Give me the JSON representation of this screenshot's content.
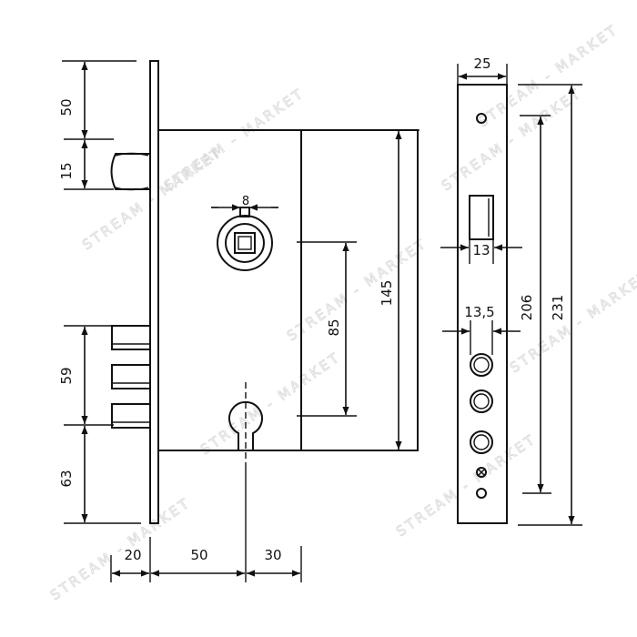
{
  "watermark": "STREAM - MARKET",
  "dimensions": {
    "d50_top": "50",
    "d15": "15",
    "d59": "59",
    "d63": "63",
    "d145": "145",
    "d85": "85",
    "d8": "8",
    "d20": "20",
    "d50_bottom": "50",
    "d30": "30",
    "d25": "25",
    "d13": "13",
    "d13_5": "13,5",
    "d206": "206",
    "d231": "231"
  }
}
